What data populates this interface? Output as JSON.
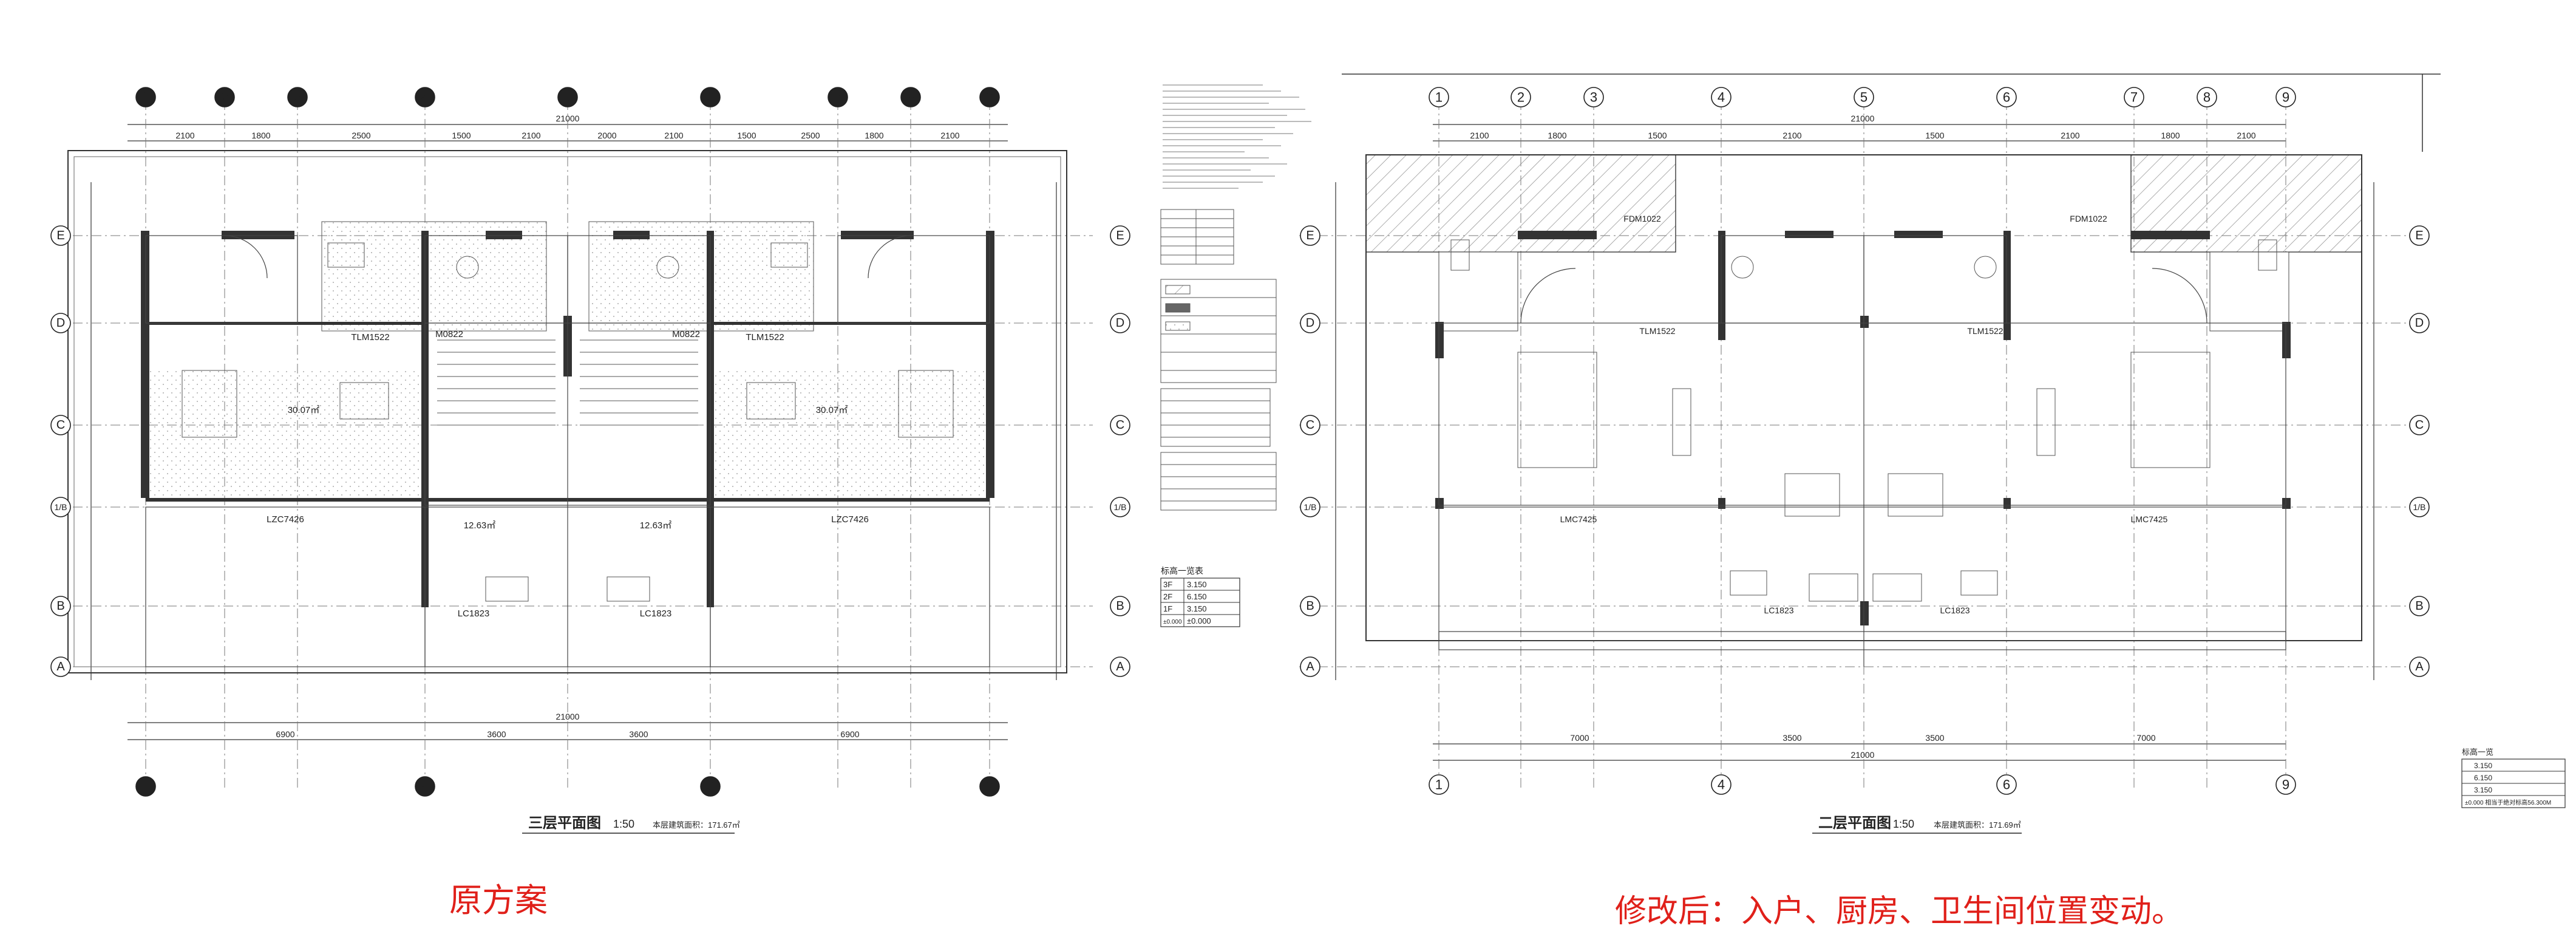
{
  "left_plan": {
    "title": "三层平面图",
    "scale": "1:50",
    "area_note": "本层建筑面积：171.67㎡",
    "total_dim": "21000",
    "dims_top": [
      "2100",
      "1800",
      "2500",
      "1500",
      "2100",
      "2000",
      "2100",
      "1500",
      "2500",
      "1800",
      "2100"
    ],
    "dims_bottom": [
      "6900",
      "3600",
      "3600",
      "6900"
    ],
    "room_labels": [
      "30.07㎡",
      "30.07㎡",
      "12.63㎡",
      "12.63㎡",
      "LZC7426",
      "LZC7426",
      "TLM1522",
      "TLM1522",
      "M0822",
      "M0822",
      "LC1823",
      "LC1823"
    ]
  },
  "right_plan": {
    "title": "二层平面图",
    "scale": "1:50",
    "area_note": "本层建筑面积：171.69㎡",
    "total_dim": "21000",
    "dims_top": [
      "2100",
      "1800",
      "1500",
      "2100",
      "1500",
      "2100",
      "1800",
      "2100"
    ],
    "dims_bottom": [
      "7000",
      "3500",
      "3500",
      "7000"
    ],
    "room_labels": [
      "LMC7425",
      "LMC7425",
      "TLM1522",
      "TLM1522",
      "LC1823",
      "LC1823",
      "FDM1022",
      "FDM1022"
    ]
  },
  "axes_columns": [
    "1",
    "2",
    "3",
    "4",
    "5",
    "6",
    "7",
    "8",
    "9"
  ],
  "axes_rows": [
    "E",
    "D",
    "C",
    "1/B",
    "B",
    "A"
  ],
  "elevation_table": {
    "header": "标高一览表",
    "rows": [
      {
        "level": "3F",
        "value": "3.150"
      },
      {
        "level": "2F",
        "value": "6.150"
      },
      {
        "level": "1F",
        "value": "3.150"
      },
      {
        "level": "±0.000",
        "value": "±0.000"
      }
    ]
  },
  "right_elevation": {
    "header": "标高一览",
    "rows": [
      "3.150",
      "6.150",
      "3.150",
      "±0.000 相当于绝对标高56.300M"
    ]
  },
  "captions": {
    "left": "原方案",
    "right": "修改后：入户、厨房、卫生间位置变动。"
  },
  "colors": {
    "line": "#222222",
    "wall": "#333333",
    "caption": "#e0201a",
    "hatch": "#888888"
  }
}
